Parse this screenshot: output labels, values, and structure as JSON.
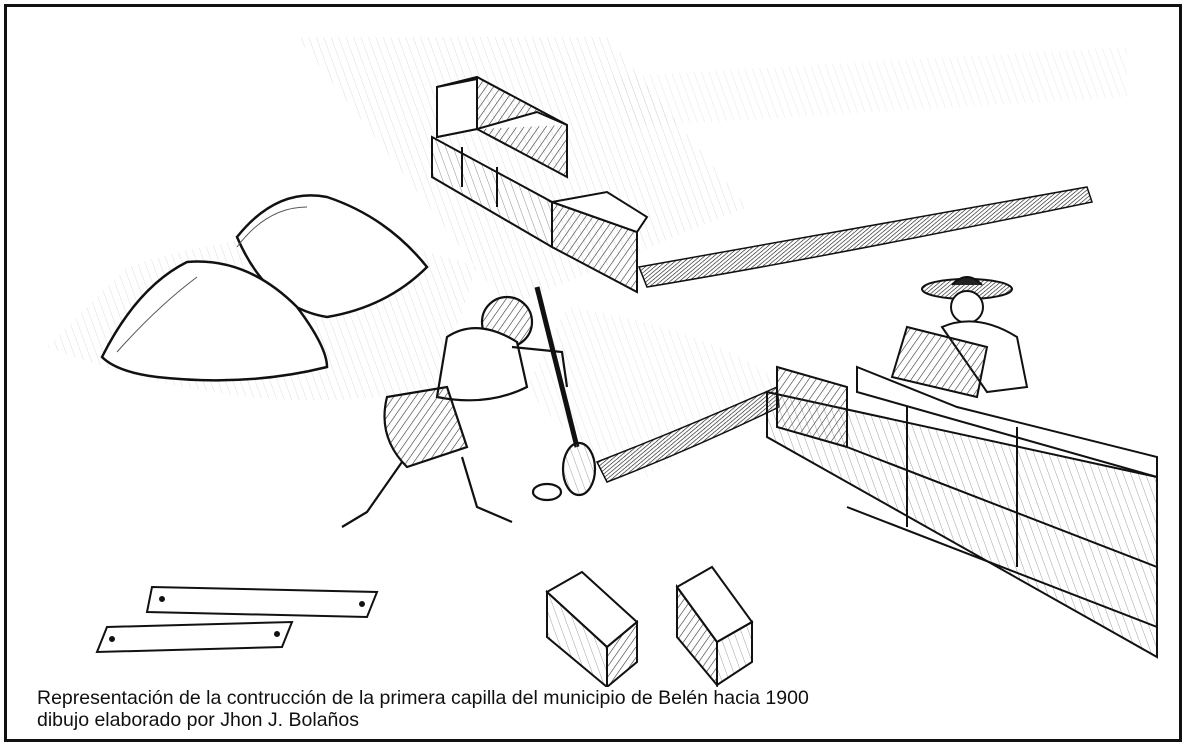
{
  "caption": {
    "line1": "Representación de la contrucción de la primera capilla del municipio de Belén hacia 1900",
    "line2": "dibujo elaborado por Jhon J. Bolaños"
  },
  "illustration": {
    "kind": "pencil sketch",
    "subjects": [
      "brick wall corner (back)",
      "trench",
      "two sand piles",
      "worker with shovel",
      "worker with hat laying brick",
      "brick wall (right)",
      "two loose bricks",
      "wooden boards"
    ],
    "colors": {
      "ink": "#1a1a1a",
      "paper": "#ffffff",
      "shade": "#9a9a9a"
    }
  }
}
